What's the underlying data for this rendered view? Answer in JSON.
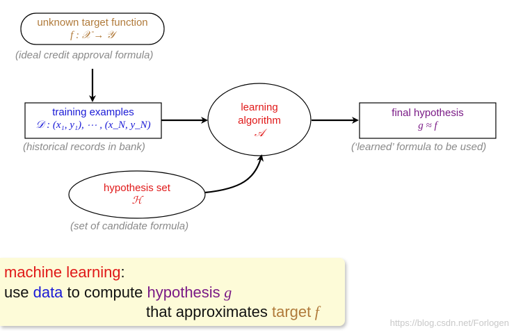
{
  "nodes": {
    "target": {
      "title": "unknown target function",
      "math": "f : 𝒳 → 𝒴",
      "caption": "(ideal credit approval formula)"
    },
    "training": {
      "title": "training examples",
      "math": "𝒟 : (x₁, y₁), ⋯ , (x_N, y_N)",
      "caption": "(historical records in bank)"
    },
    "algorithm": {
      "line1": "learning",
      "line2": "algorithm",
      "math": "𝒜"
    },
    "hypothesis_set": {
      "title": "hypothesis set",
      "math": "ℋ",
      "caption": "(set of candidate formula)"
    },
    "final": {
      "title": "final hypothesis",
      "math": "g ≈ f",
      "caption": "(‘learned’ formula to be used)"
    }
  },
  "summary": {
    "term": "machine learning",
    "colon": ":",
    "l2_a": "use ",
    "l2_data": "data",
    "l2_b": " to compute ",
    "l2_hyp": "hypothesis",
    "l2_g": " g",
    "l3_a": "that approximates ",
    "l3_target": "target",
    "l3_f": " f"
  },
  "watermark": "https://blog.csdn.net/Forlogen",
  "colors": {
    "target": "#b07a3a",
    "data": "#1a1ad6",
    "algorithm": "#e01818",
    "hypothesis": "#7a1a86"
  }
}
